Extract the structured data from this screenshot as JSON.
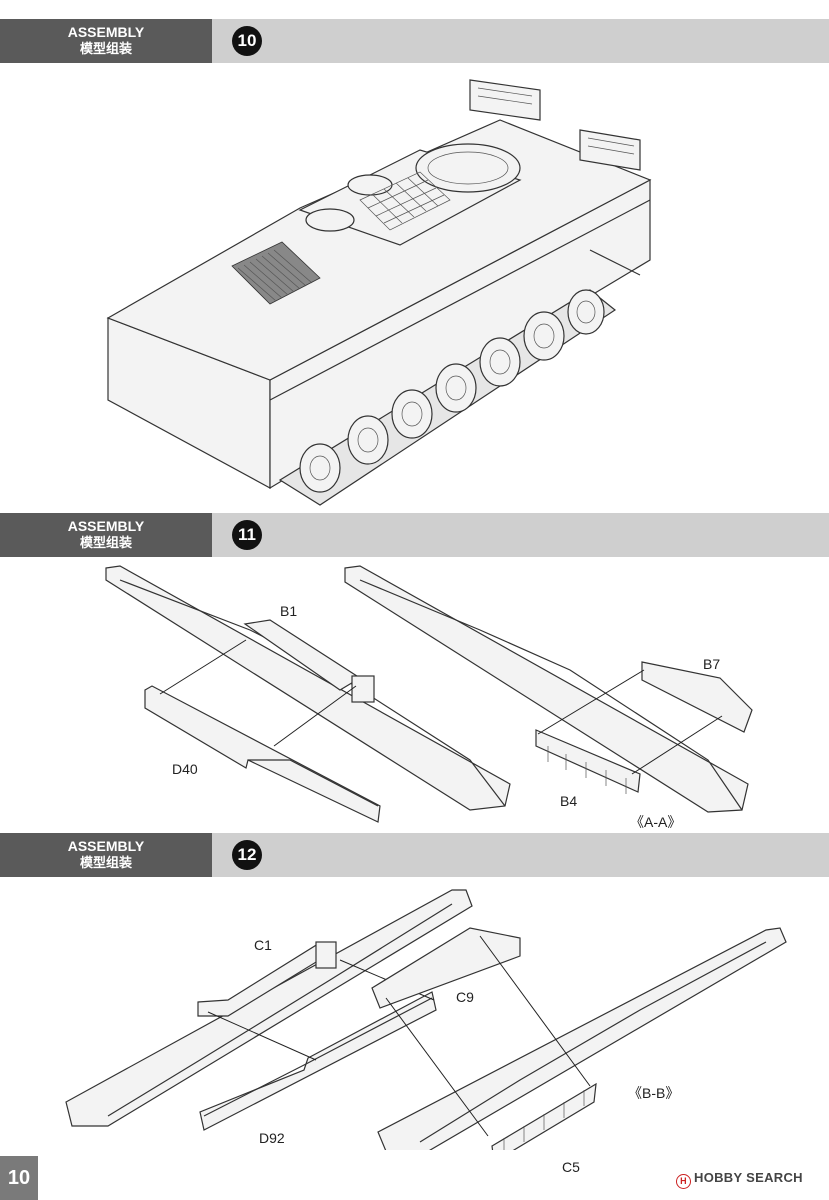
{
  "sections": [
    {
      "label_en": "ASSEMBLY",
      "label_zh": "模型组装",
      "step": "10"
    },
    {
      "label_en": "ASSEMBLY",
      "label_zh": "模型组装",
      "step": "11",
      "parts": {
        "b1": "B1",
        "d40": "D40",
        "b7": "B7",
        "b4": "B4",
        "view": "《A-A》"
      }
    },
    {
      "label_en": "ASSEMBLY",
      "label_zh": "模型组装",
      "step": "12",
      "parts": {
        "c1": "C1",
        "d92": "D92",
        "c9": "C9",
        "c5": "C5",
        "view": "《B-B》"
      }
    }
  ],
  "page_number": "10",
  "watermark": {
    "mark": "H",
    "text": "HOBBY SEARCH"
  }
}
